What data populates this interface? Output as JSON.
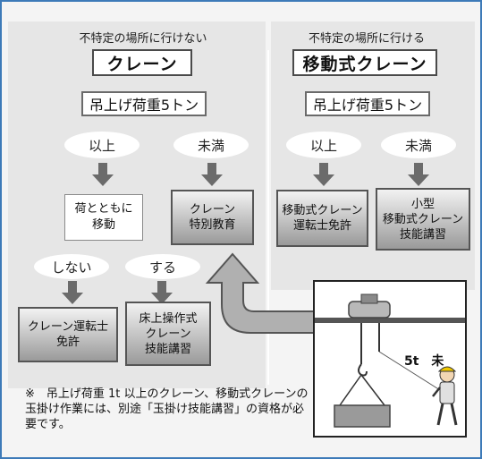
{
  "left": {
    "subtitle": "不特定の場所に行けない",
    "title": "クレーン",
    "weight": "吊上げ荷重5トン",
    "over": "以上",
    "under": "未満",
    "move_box": "荷とともに\n移動",
    "no": "しない",
    "yes": "する",
    "license": "クレーン運転士\n免許",
    "floor": "床上操作式\nクレーン\n技能講習",
    "special": "クレーン\n特別教育"
  },
  "right": {
    "subtitle": "不特定の場所に行ける",
    "title": "移動式クレーン",
    "weight": "吊上げ荷重5トン",
    "over": "以上",
    "under": "未満",
    "license": "移動式クレーン\n運転士免許",
    "small": "小型\n移動式クレーン\n技能講習"
  },
  "note": "※　吊上げ荷重 1t 以上のクレーン、移動式クレーンの玉掛け作業には、別途「玉掛け技能講習」の資格が必要です。",
  "illustration": {
    "label": "5t　未",
    "icon": "crane-operator-illustration"
  },
  "colors": {
    "frame": "#3d7ab8",
    "panel": "#e6e6e6",
    "arrow": "#6b6b6b",
    "box_gradient_top": "#f2f2f2",
    "box_gradient_bottom": "#9a9a9a"
  }
}
